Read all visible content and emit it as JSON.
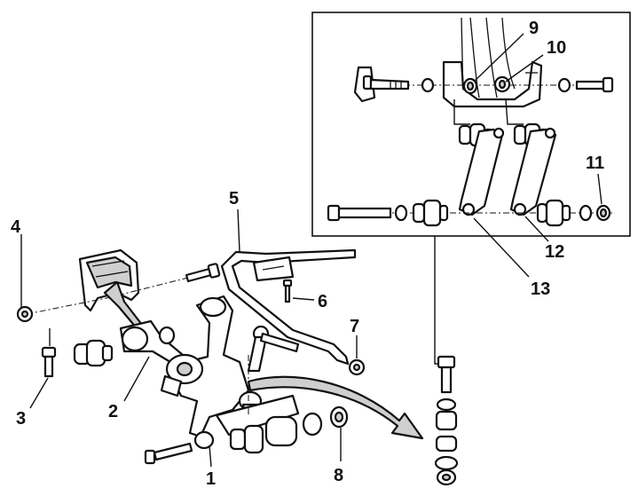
{
  "callouts": {
    "c1": "1",
    "c2": "2",
    "c3": "3",
    "c4": "4",
    "c5": "5",
    "c6": "6",
    "c7": "7",
    "c8": "8",
    "c9": "9",
    "c10": "10",
    "c11": "11",
    "c12": "12",
    "c13": "13"
  },
  "icons": {
    "wheel_knuckle": "steering-knuckle-icon",
    "sway_bar": "stabilizer-bar-icon",
    "control_arm": "control-arm-icon",
    "bracket": "mounting-bracket-icon",
    "bolt": "bolt-icon",
    "nut": "nut-icon",
    "bushing": "bushing-icon",
    "link_plate": "link-plate-icon"
  },
  "colors": {
    "ink": "#111111",
    "paper": "#ffffff",
    "shade": "#cfcfcf"
  }
}
